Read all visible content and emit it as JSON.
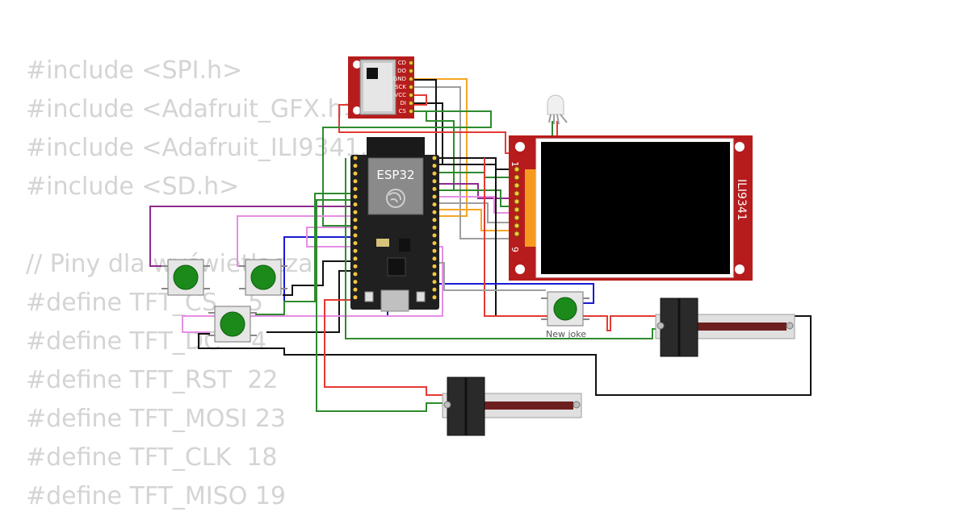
{
  "code_lines": [
    "#include <SPI.h>",
    "#include <Adafruit_GFX.h>",
    "#include <Adafruit_ILI9341.h>",
    "#include <SD.h>",
    "",
    "// Piny dla wyświetlacza",
    "#define TFT_CS    5",
    "#define TFT_DC    4",
    "#define TFT_RST  22",
    "#define TFT_MOSI 23",
    "#define TFT_CLK  18",
    "#define TFT_MISO 19"
  ],
  "sd_module": {
    "pins": [
      "CD",
      "DO",
      "GND",
      "SCK",
      "VCC",
      "DI",
      "CS"
    ]
  },
  "esp32": {
    "label": "ESP32"
  },
  "display": {
    "label": "ILI9341",
    "pin_first": "1",
    "pin_last": "9"
  },
  "button_label": "New joke",
  "colors": {
    "wire_red": "#e53935",
    "wire_black": "#111111",
    "wire_green": "#2e8b2e",
    "wire_orange": "#f5a623",
    "wire_gray": "#9e9e9e",
    "wire_purple": "#8e2a8e",
    "wire_pink": "#e58ee5",
    "wire_blue": "#1a1ad4",
    "pcb_red": "#b71c1c",
    "button_green": "#1b8a1b"
  }
}
